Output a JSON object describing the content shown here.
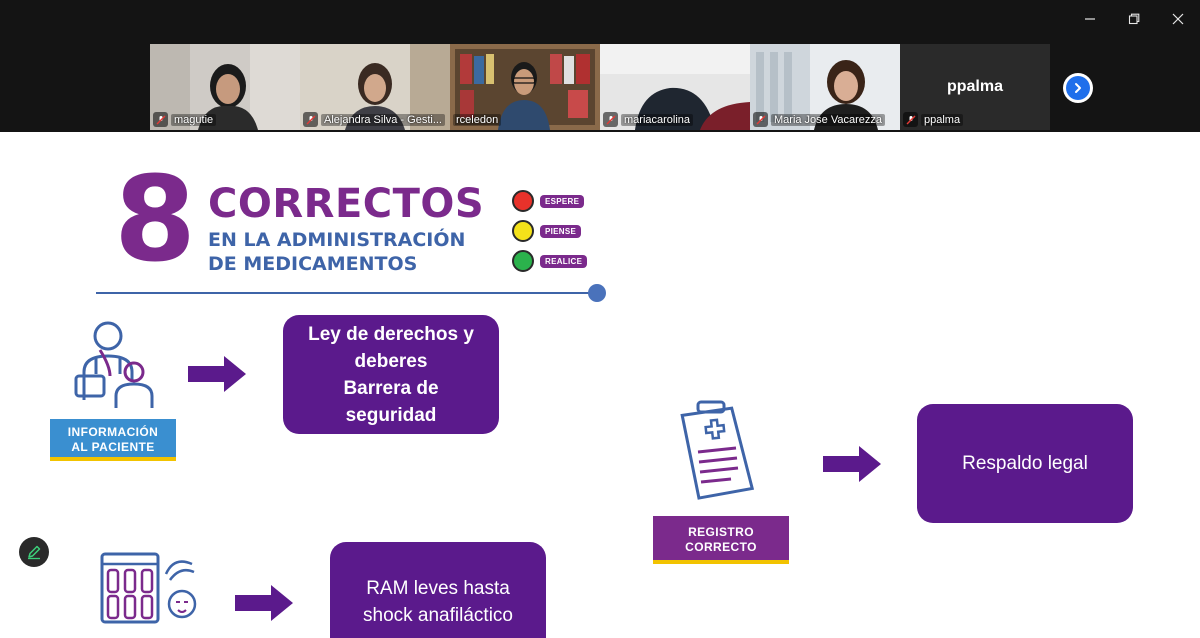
{
  "window": {
    "controls": [
      {
        "name": "minimize-icon"
      },
      {
        "name": "restore-icon"
      },
      {
        "name": "close-icon"
      }
    ]
  },
  "participants": [
    {
      "name": "magutie",
      "muted": true,
      "camera": true
    },
    {
      "name": "Alejandra Silva - Gesti...",
      "muted": true,
      "camera": true
    },
    {
      "name": "rceledon",
      "muted": false,
      "camera": true,
      "active_speaker": true
    },
    {
      "name": "mariacarolina",
      "muted": true,
      "camera": true
    },
    {
      "name": "Maria Jose Vacarezza",
      "muted": true,
      "camera": true
    },
    {
      "name": "ppalma",
      "muted": true,
      "camera": false,
      "display_name": "ppalma"
    }
  ],
  "strip_next_icon": "chevron-right-icon",
  "slide": {
    "logo": {
      "number": "8",
      "title": "CORRECTOS",
      "subtitle_line1": "EN LA ADMINISTRACIÓN",
      "subtitle_line2": "DE MEDICAMENTOS",
      "signals": [
        {
          "label": "ESPERE",
          "color": "#e8322b"
        },
        {
          "label": "PIENSE",
          "color": "#f4e21a"
        },
        {
          "label": "REALICE",
          "color": "#2bb24c"
        }
      ],
      "accent_color": "#7b2a8c"
    },
    "items": [
      {
        "icon": "doctor-patient-icon",
        "badge_line1": "INFORMACIÓN",
        "badge_line2": "AL PACIENTE",
        "badge_color": "#3a8fd0",
        "box_lines": [
          "Ley de derechos y",
          "deberes",
          "Barrera de",
          "seguridad"
        ],
        "box_bold": true
      },
      {
        "icon": "clipboard-medical-icon",
        "badge_line1": "REGISTRO",
        "badge_line2": "CORRECTO",
        "badge_color": "#7b2a8c",
        "box_lines": [
          "Respaldo legal"
        ],
        "box_bold": false
      },
      {
        "icon": "vials-allergy-icon",
        "box_lines": [
          "RAM leves hasta",
          "shock anafiláctico"
        ],
        "box_bold": false
      }
    ],
    "box_color": "#5b1a8c",
    "arrow_color": "#5b1a8c"
  },
  "annotate_icon": "pen-icon"
}
